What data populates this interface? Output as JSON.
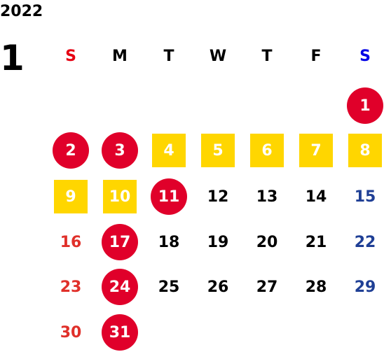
{
  "year": "2022",
  "month": "1",
  "weekdays": [
    {
      "label": "S",
      "color": "#e60012"
    },
    {
      "label": "M",
      "color": "#000000"
    },
    {
      "label": "T",
      "color": "#000000"
    },
    {
      "label": "W",
      "color": "#000000"
    },
    {
      "label": "T",
      "color": "#000000"
    },
    {
      "label": "F",
      "color": "#000000"
    },
    {
      "label": "S",
      "color": "#0000e6"
    }
  ],
  "colors": {
    "holiday_circle": "#e0002a",
    "highlight_square": "#ffd600",
    "sunday_text": "#e0302a",
    "saturday_text": "#1f3f95",
    "weekday_text": "#000000",
    "on_mark_text": "#ffffff"
  },
  "days": [
    {
      "d": "1",
      "col": 6,
      "row": 0,
      "mark": "circle"
    },
    {
      "d": "2",
      "col": 0,
      "row": 1,
      "mark": "circle"
    },
    {
      "d": "3",
      "col": 1,
      "row": 1,
      "mark": "circle"
    },
    {
      "d": "4",
      "col": 2,
      "row": 1,
      "mark": "square"
    },
    {
      "d": "5",
      "col": 3,
      "row": 1,
      "mark": "square"
    },
    {
      "d": "6",
      "col": 4,
      "row": 1,
      "mark": "square"
    },
    {
      "d": "7",
      "col": 5,
      "row": 1,
      "mark": "square"
    },
    {
      "d": "8",
      "col": 6,
      "row": 1,
      "mark": "square"
    },
    {
      "d": "9",
      "col": 0,
      "row": 2,
      "mark": "square"
    },
    {
      "d": "10",
      "col": 1,
      "row": 2,
      "mark": "square"
    },
    {
      "d": "11",
      "col": 2,
      "row": 2,
      "mark": "circle"
    },
    {
      "d": "12",
      "col": 3,
      "row": 2,
      "mark": "none"
    },
    {
      "d": "13",
      "col": 4,
      "row": 2,
      "mark": "none"
    },
    {
      "d": "14",
      "col": 5,
      "row": 2,
      "mark": "none"
    },
    {
      "d": "15",
      "col": 6,
      "row": 2,
      "mark": "none"
    },
    {
      "d": "16",
      "col": 0,
      "row": 3,
      "mark": "none"
    },
    {
      "d": "17",
      "col": 1,
      "row": 3,
      "mark": "circle"
    },
    {
      "d": "18",
      "col": 2,
      "row": 3,
      "mark": "none"
    },
    {
      "d": "19",
      "col": 3,
      "row": 3,
      "mark": "none"
    },
    {
      "d": "20",
      "col": 4,
      "row": 3,
      "mark": "none"
    },
    {
      "d": "21",
      "col": 5,
      "row": 3,
      "mark": "none"
    },
    {
      "d": "22",
      "col": 6,
      "row": 3,
      "mark": "none"
    },
    {
      "d": "23",
      "col": 0,
      "row": 4,
      "mark": "none"
    },
    {
      "d": "24",
      "col": 1,
      "row": 4,
      "mark": "circle"
    },
    {
      "d": "25",
      "col": 2,
      "row": 4,
      "mark": "none"
    },
    {
      "d": "26",
      "col": 3,
      "row": 4,
      "mark": "none"
    },
    {
      "d": "27",
      "col": 4,
      "row": 4,
      "mark": "none"
    },
    {
      "d": "28",
      "col": 5,
      "row": 4,
      "mark": "none"
    },
    {
      "d": "29",
      "col": 6,
      "row": 4,
      "mark": "none"
    },
    {
      "d": "30",
      "col": 0,
      "row": 5,
      "mark": "none"
    },
    {
      "d": "31",
      "col": 1,
      "row": 5,
      "mark": "circle"
    }
  ]
}
